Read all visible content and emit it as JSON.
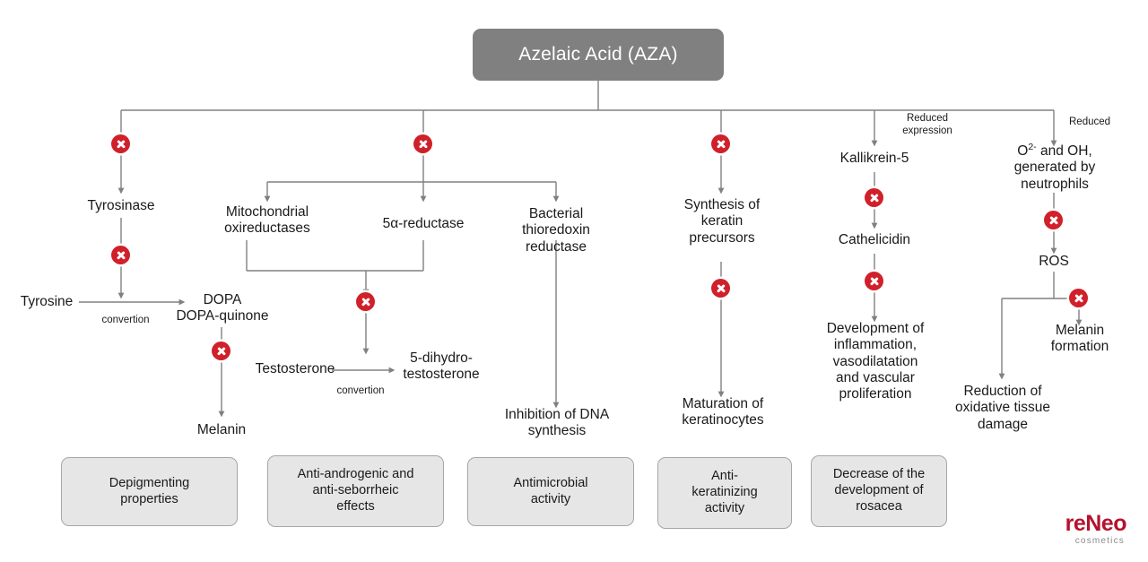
{
  "diagram": {
    "title": "Azelaic Acid (AZA)",
    "colors": {
      "root_fill": "#808080",
      "root_text": "#ffffff",
      "box_fill": "#e6e6e6",
      "box_border": "#a6a6a6",
      "wire": "#808080",
      "inhibit_red": "#d0202a"
    },
    "root": {
      "label": "Azelaic Acid (AZA)"
    },
    "branch_labels": {
      "reduced_expression_line1": "Reduced",
      "reduced_expression_line2": "expression",
      "reduced": "Reduced"
    },
    "nodes": {
      "tyrosinase": "Tyrosinase",
      "tyrosine": "Tyrosine",
      "convertion_1": "convertion",
      "dopa_line1": "DOPA",
      "dopa_line2": "DOPA-quinone",
      "melanin": "Melanin",
      "mito_line1": "Mitochondrial",
      "mito_line2": "oxireductases",
      "five_alpha_reductase": "5α-reductase",
      "testosterone": "Testosterone",
      "convertion_2": "convertion",
      "dht_line1": "5-dihydro-",
      "dht_line2": "testosterone",
      "bacterial_line1": "Bacterial",
      "bacterial_line2": "thioredoxin",
      "bacterial_line3": "reductase",
      "inhibition_dna_line1": "Inhibition of DNA",
      "inhibition_dna_line2": "synthesis",
      "keratin_line1": "Synthesis of",
      "keratin_line2": "keratin",
      "keratin_line3": "precursors",
      "maturation_line1": "Maturation of",
      "maturation_line2": "keratinocytes",
      "kallikrein": "Kallikrein-5",
      "cathelicidin": "Cathelicidin",
      "inflammation_line1": "Development of",
      "inflammation_line2": "inflammation,",
      "inflammation_line3": "vasodilatation",
      "inflammation_line4": "and vascular",
      "inflammation_line5": "proliferation",
      "radicals_line1_pre": "O",
      "radicals_line1_sup": "2-",
      "radicals_line1_post": " and OH,",
      "radicals_line2": "generated by",
      "radicals_line3": "neutrophils",
      "ros": "ROS",
      "melanin_formation_line1": "Melanin",
      "melanin_formation_line2": "formation",
      "reduction_line1": "Reduction of",
      "reduction_line2": "oxidative tissue",
      "reduction_line3": "damage"
    },
    "outcome_boxes": [
      {
        "line1": "Depigmenting",
        "line2": "properties",
        "line3": ""
      },
      {
        "line1": "Anti-androgenic and",
        "line2": "anti-seborrheic",
        "line3": "effects"
      },
      {
        "line1": "Antimicrobial",
        "line2": "activity",
        "line3": ""
      },
      {
        "line1": "Anti-",
        "line2": "keratinizing",
        "line3": "activity"
      },
      {
        "line1": "Decrease of the",
        "line2": "development of",
        "line3": "rosacea"
      }
    ],
    "logo": {
      "wordmark": "reNeo",
      "sub": "cosmetics"
    }
  }
}
